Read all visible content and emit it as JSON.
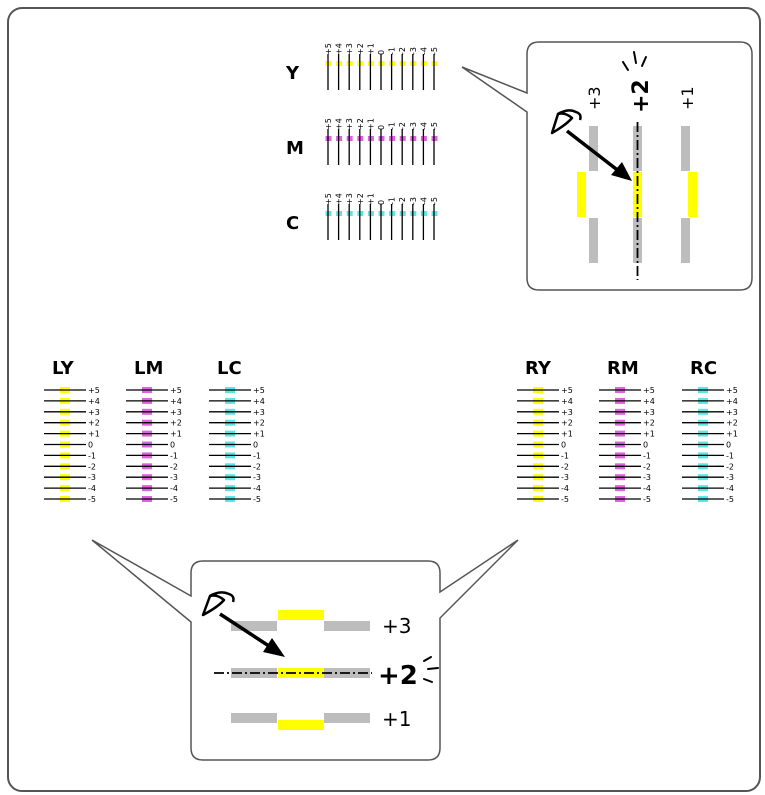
{
  "colors": {
    "yellow": "#ffff00",
    "magenta": "#e062e0",
    "cyan": "#5fe4e4",
    "line": "#000000",
    "gray": "#bdbdbd",
    "frame": "#555555"
  },
  "labels": {
    "vertical_rows": [
      "Y",
      "M",
      "C"
    ],
    "vertical_ticks": [
      "+5",
      "+4",
      "+3",
      "+2",
      "+1",
      "0",
      "-1",
      "-2",
      "-3",
      "-4",
      "-5"
    ],
    "left_groups": [
      "LY",
      "LM",
      "LC"
    ],
    "right_groups": [
      "RY",
      "RM",
      "RC"
    ],
    "horizontal_ticks": [
      "+5",
      "+4",
      "+3",
      "+2",
      "+1",
      "0",
      "-1",
      "-2",
      "-3",
      "-4",
      "-5"
    ]
  },
  "callout_top": {
    "col_left": "+3",
    "col_mid": "+2",
    "col_right": "+1"
  },
  "callout_bottom": {
    "row_top": "+3",
    "row_mid": "+2",
    "row_bottom": "+1"
  },
  "icons": {
    "eye": "eye-icon",
    "arrow": "pointer-arrow-icon",
    "sparkle": "sparkle-lines-icon"
  }
}
